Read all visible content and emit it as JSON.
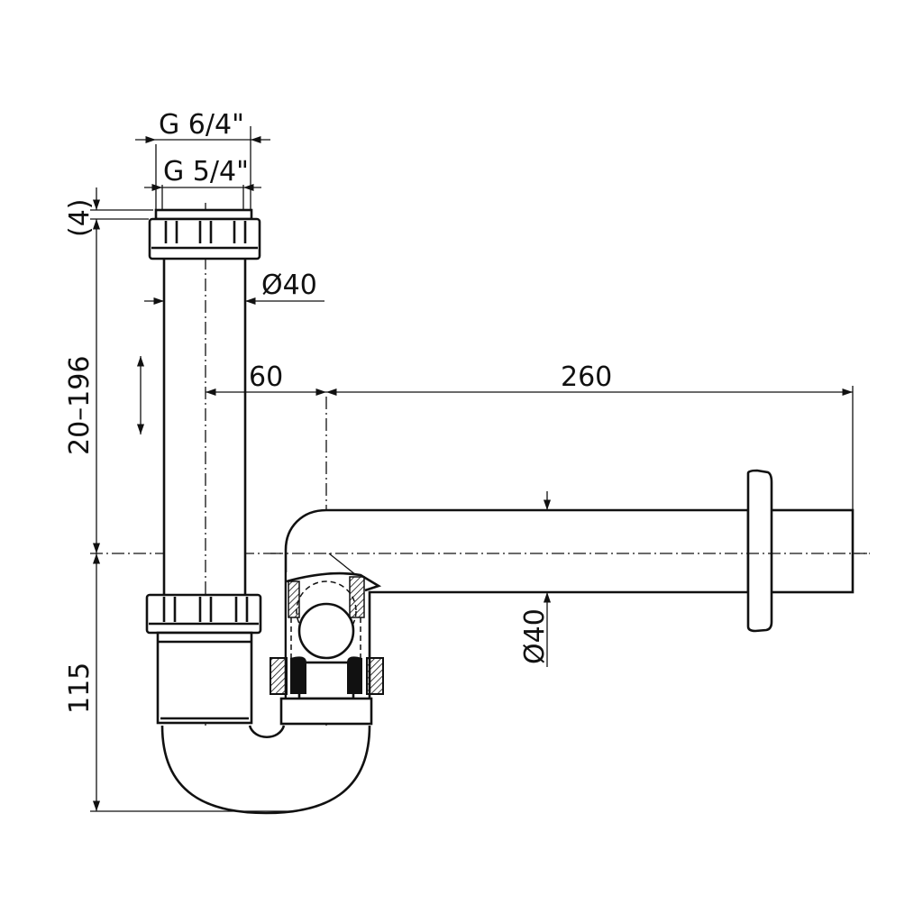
{
  "drawing": {
    "thread_outer": "G 6/4\"",
    "thread_inner": "G 5/4\"",
    "gap": "(4)",
    "pipe_diameter_vertical": "Ø40",
    "offset": "60",
    "horizontal_length": "260",
    "height_range": "20–196",
    "trap_height": "115",
    "pipe_diameter_horizontal": "Ø40"
  },
  "colors": {
    "line": "#111111",
    "background": "#ffffff"
  }
}
